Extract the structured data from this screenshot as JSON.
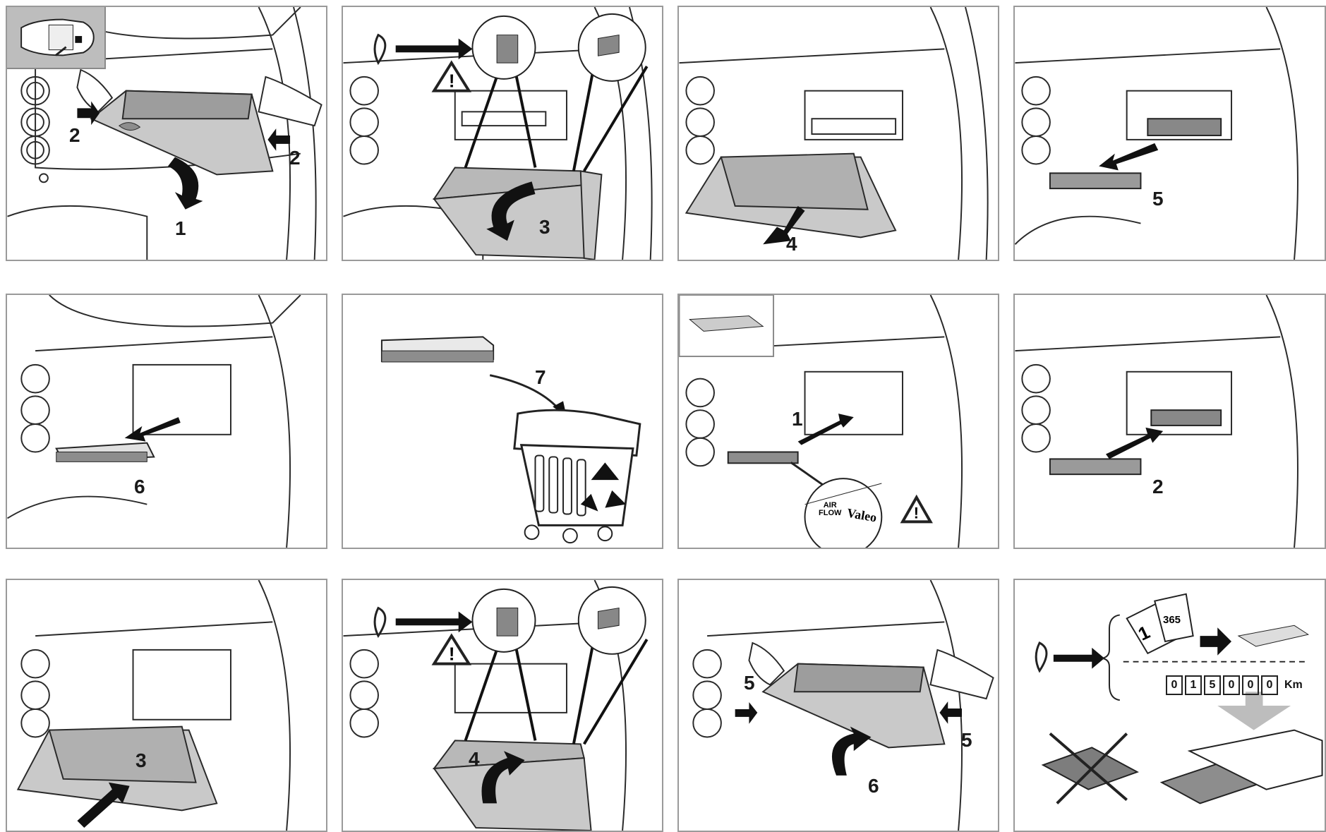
{
  "colors": {
    "line": "#2a2a2a",
    "fill": "#c9c9c9",
    "dark": "#8d8d8d",
    "frame": "#9a9a9a"
  },
  "panels": [
    {
      "steps": [
        "2",
        "2",
        "1"
      ]
    },
    {
      "steps": [
        "3"
      ]
    },
    {
      "steps": [
        "4"
      ]
    },
    {
      "steps": [
        "5"
      ]
    },
    {
      "steps": [
        "6"
      ]
    },
    {
      "steps": [
        "7"
      ]
    },
    {
      "steps": [
        "1"
      ],
      "airflow": {
        "air": "AIR",
        "flow": "FLOW",
        "brand": "Valeo"
      }
    },
    {
      "steps": [
        "2"
      ]
    },
    {
      "steps": [
        "3"
      ]
    },
    {
      "steps": [
        "4"
      ]
    },
    {
      "steps": [
        "5",
        "5",
        "6"
      ]
    },
    {
      "calendar_start": "1",
      "calendar_end": "365",
      "odometer": [
        "0",
        "1",
        "5",
        "0",
        "0",
        "0"
      ],
      "odometer_unit": "Km"
    }
  ],
  "icons": [
    "eye-icon",
    "warning-icon",
    "recycle-icon",
    "arrow-icon",
    "car-topview-icon"
  ]
}
